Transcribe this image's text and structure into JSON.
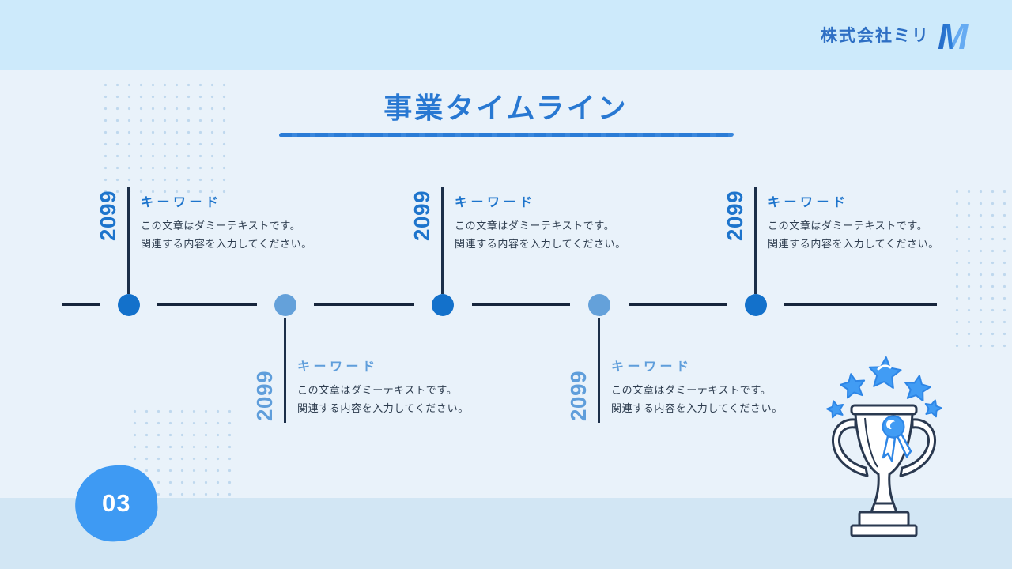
{
  "header": {
    "company_name": "株式会社ミリ",
    "logo_letter": "M"
  },
  "slide": {
    "title": "事業タイムライン",
    "page_number": "03"
  },
  "timeline": {
    "entries": [
      {
        "year": "2099",
        "keyword": "キーワード",
        "desc_line1": "この文章はダミーテキストです。",
        "desc_line2": "関連する内容を入力してください。",
        "variant": "dark",
        "position": "above"
      },
      {
        "year": "2099",
        "keyword": "キーワード",
        "desc_line1": "この文章はダミーテキストです。",
        "desc_line2": "関連する内容を入力してください。",
        "variant": "light",
        "position": "below"
      },
      {
        "year": "2099",
        "keyword": "キーワード",
        "desc_line1": "この文章はダミーテキストです。",
        "desc_line2": "関連する内容を入力してください。",
        "variant": "dark",
        "position": "above"
      },
      {
        "year": "2099",
        "keyword": "キーワード",
        "desc_line1": "この文章はダミーテキストです。",
        "desc_line2": "関連する内容を入力してください。",
        "variant": "light",
        "position": "below"
      },
      {
        "year": "2099",
        "keyword": "キーワード",
        "desc_line1": "この文章はダミーテキストです。",
        "desc_line2": "関連する内容を入力してください。",
        "variant": "dark",
        "position": "above"
      }
    ]
  },
  "icons": {
    "logo": "m-logo-icon",
    "decor": "trophy-with-stars-icon"
  },
  "colors": {
    "topbar_bg": "#cdeafb",
    "body_bg": "#e9f2fa",
    "bottom_band_bg": "#d2e6f4",
    "accent_dark_blue": "#1d74cc",
    "accent_light_blue": "#5f9edb",
    "bright_blue": "#3e9af3",
    "line_navy": "#17263c",
    "title_blue": "#2878d2",
    "body_text": "#2e3d4f"
  }
}
